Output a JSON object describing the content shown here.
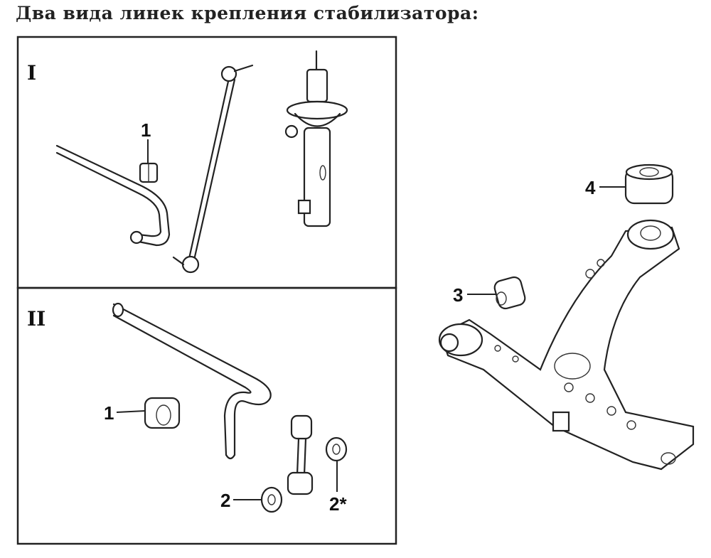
{
  "title": "Два вида линек крепления стабилизатора:",
  "panels": [
    {
      "numeral": "I",
      "callouts": [
        "1"
      ]
    },
    {
      "numeral": "II",
      "callouts": [
        "1",
        "2",
        "2*"
      ]
    }
  ],
  "lower_arm": {
    "callouts": [
      "3",
      "4"
    ]
  }
}
